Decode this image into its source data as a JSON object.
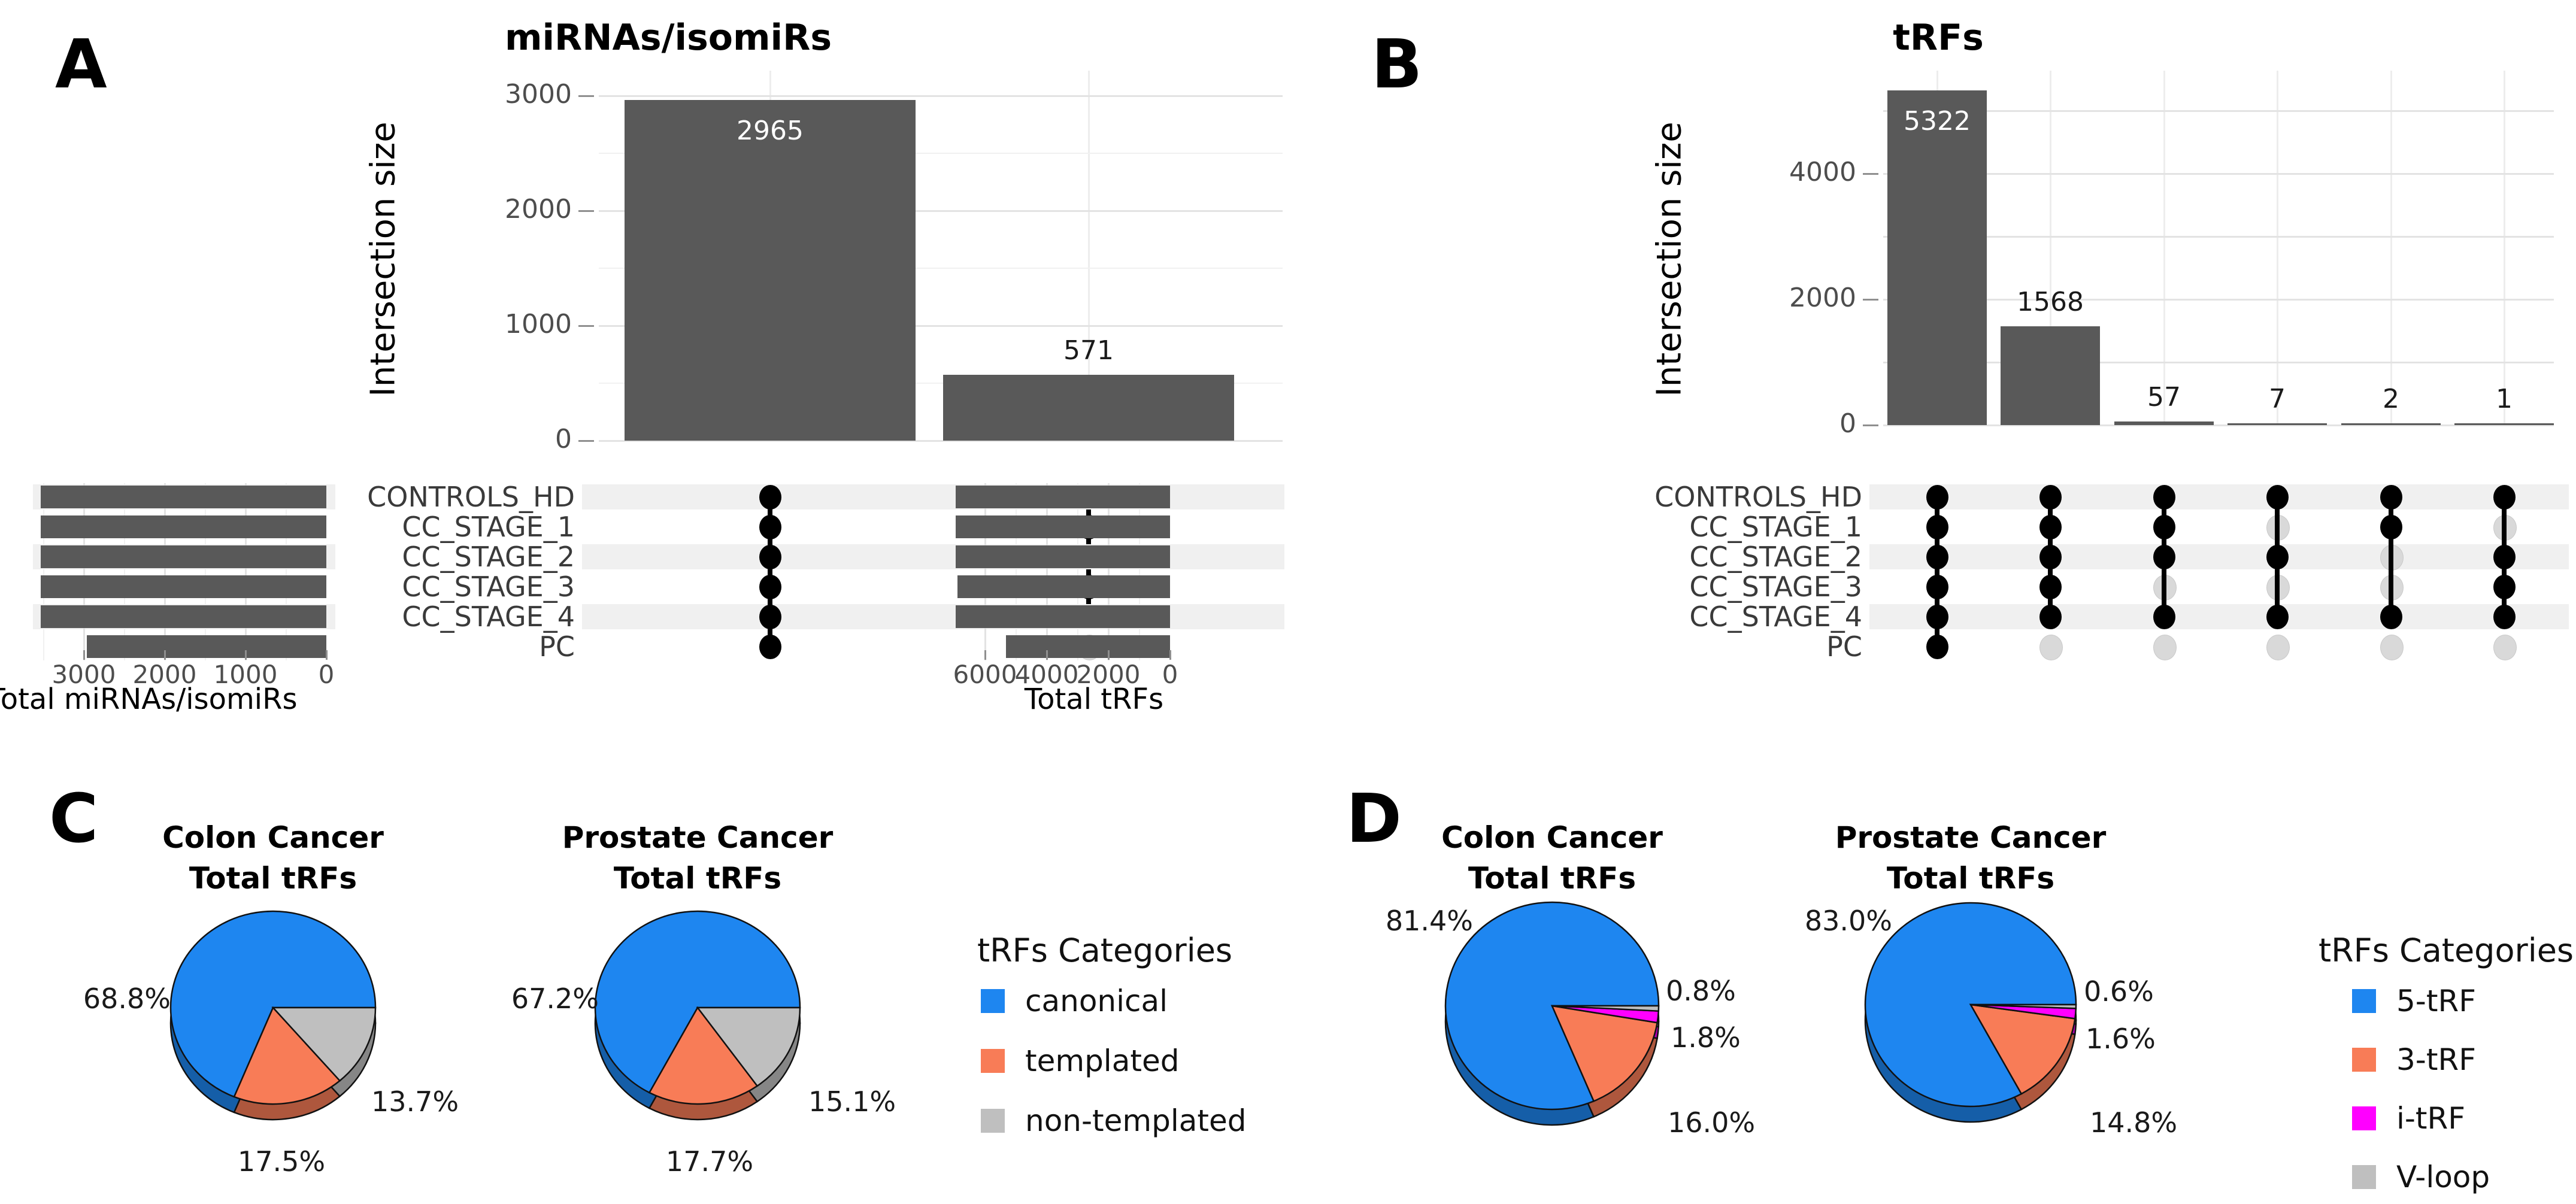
{
  "figure": {
    "panels": [
      {
        "letter": "A"
      },
      {
        "letter": "B"
      },
      {
        "letter": "C"
      },
      {
        "letter": "D"
      }
    ]
  },
  "colors": {
    "bar": "#595959",
    "stripe": "#f0f0f0",
    "dot_on": "#000000",
    "dot_off": "#d9d9d9",
    "grid": "#e3e3e3",
    "grid_minor": "#f1f1f1",
    "tick": "#8f8f8f",
    "pie_blue": "#1e86f0",
    "pie_orange": "#f87c57",
    "pie_gray": "#bfbfbf",
    "pie_magenta": "#ff00ff"
  },
  "chart_data": [
    {
      "id": "A",
      "type": "bar",
      "subtype": "upset",
      "title": "miRNAs/isomiRs",
      "ylabel": "Intersection size",
      "y_ticks": [
        0,
        1000,
        2000,
        3000
      ],
      "ylim": [
        0,
        3100
      ],
      "grid": "on",
      "sets": [
        "CONTROLS_HD",
        "CC_STAGE_1",
        "CC_STAGE_2",
        "CC_STAGE_3",
        "CC_STAGE_4",
        "PC"
      ],
      "set_totals": [
        3536,
        3536,
        3536,
        3536,
        3536,
        2965
      ],
      "set_axis_ticks": [
        3000,
        2000,
        1000,
        0
      ],
      "set_axis_label": "Total miRNAs/isomiRs",
      "intersections": [
        {
          "size": 2965,
          "label": "2965",
          "members": [
            1,
            1,
            1,
            1,
            1,
            1
          ]
        },
        {
          "size": 571,
          "label": "571",
          "members": [
            1,
            1,
            1,
            1,
            1,
            0
          ]
        }
      ]
    },
    {
      "id": "B",
      "type": "bar",
      "subtype": "upset",
      "title": "tRFs",
      "ylabel": "Intersection size",
      "y_ticks": [
        0,
        2000,
        4000
      ],
      "ylim": [
        0,
        5600
      ],
      "grid": "on",
      "sets": [
        "CONTROLS_HD",
        "CC_STAGE_1",
        "CC_STAGE_2",
        "CC_STAGE_3",
        "CC_STAGE_4",
        "PC"
      ],
      "set_totals": [
        6957,
        6949,
        6955,
        6891,
        6957,
        5322
      ],
      "set_axis_ticks": [
        6000,
        4000,
        2000,
        0
      ],
      "set_axis_label": "Total tRFs",
      "intersections": [
        {
          "size": 5322,
          "label": "5322",
          "members": [
            1,
            1,
            1,
            1,
            1,
            1
          ]
        },
        {
          "size": 1568,
          "label": "1568",
          "members": [
            1,
            1,
            1,
            1,
            1,
            0
          ]
        },
        {
          "size": 57,
          "label": "57",
          "members": [
            1,
            1,
            1,
            0,
            1,
            0
          ]
        },
        {
          "size": 7,
          "label": "7",
          "members": [
            1,
            0,
            1,
            0,
            1,
            0
          ]
        },
        {
          "size": 2,
          "label": "2",
          "members": [
            1,
            1,
            0,
            0,
            1,
            0
          ]
        },
        {
          "size": 1,
          "label": "1",
          "members": [
            1,
            0,
            1,
            1,
            1,
            0
          ]
        }
      ]
    },
    {
      "id": "C",
      "type": "pie",
      "legend_title": "tRFs Categories",
      "categories": [
        "canonical",
        "templated",
        "non-templated"
      ],
      "colors": [
        "#1e86f0",
        "#f87c57",
        "#bfbfbf"
      ],
      "legend_position": "right",
      "pies": [
        {
          "title": [
            "Colon Cancer",
            "Total tRFs"
          ],
          "values": [
            68.8,
            17.5,
            13.7
          ],
          "labels": [
            "68.8%",
            "17.5%",
            "13.7%"
          ]
        },
        {
          "title": [
            "Prostate Cancer",
            "Total tRFs"
          ],
          "values": [
            67.2,
            17.7,
            15.1
          ],
          "labels": [
            "67.2%",
            "17.7%",
            "15.1%"
          ]
        }
      ]
    },
    {
      "id": "D",
      "type": "pie",
      "legend_title": "tRFs Categories",
      "categories": [
        "5-tRF",
        "3-tRF",
        "i-tRF",
        "V-loop"
      ],
      "colors": [
        "#1e86f0",
        "#f87c57",
        "#ff00ff",
        "#bfbfbf"
      ],
      "legend_position": "right",
      "pies": [
        {
          "title": [
            "Colon Cancer",
            "Total tRFs"
          ],
          "values": [
            81.4,
            16.0,
            1.8,
            0.8
          ],
          "labels": [
            "81.4%",
            "16.0%",
            "1.8%",
            "0.8%"
          ]
        },
        {
          "title": [
            "Prostate Cancer",
            "Total tRFs"
          ],
          "values": [
            83.0,
            14.8,
            1.6,
            0.6
          ],
          "labels": [
            "83.0%",
            "14.8%",
            "1.6%",
            "0.6%"
          ]
        }
      ]
    }
  ]
}
